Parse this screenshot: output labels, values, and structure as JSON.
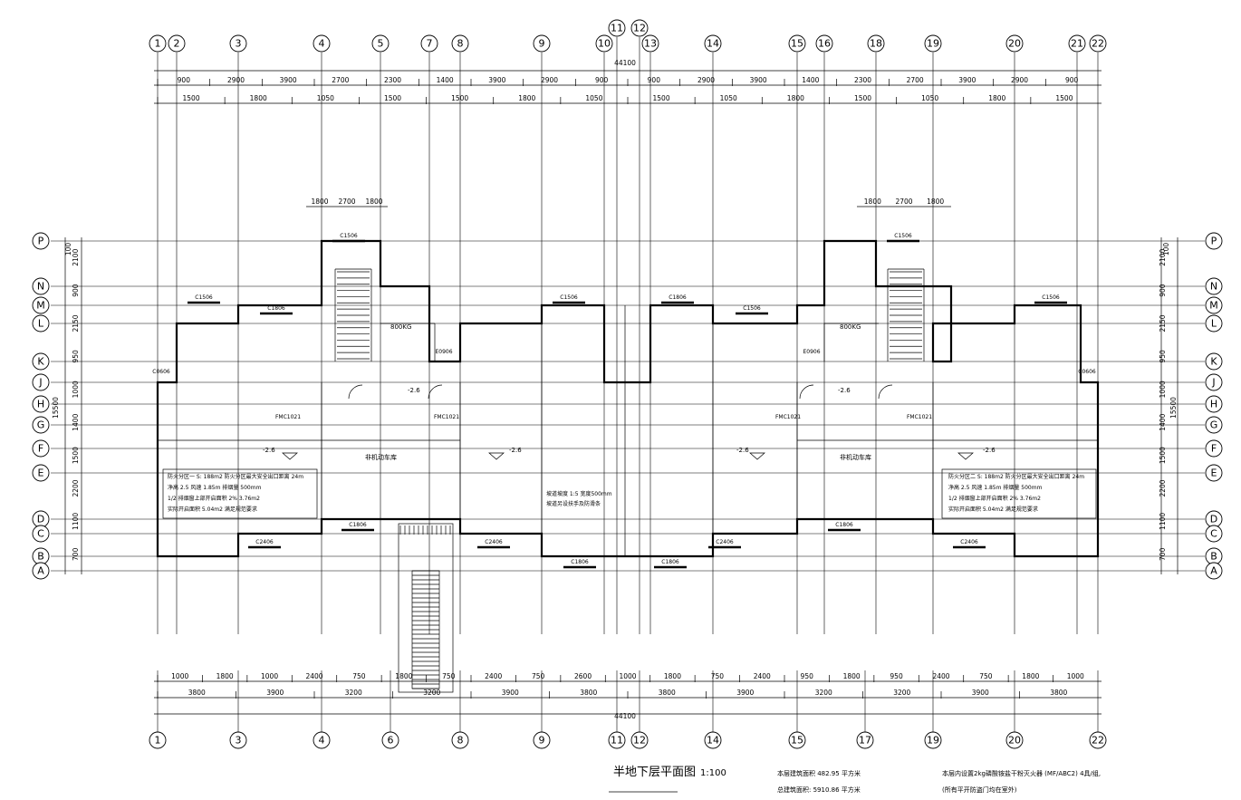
{
  "drawing": {
    "title": "半地下层平面图",
    "scale": "1:100",
    "area_notes": [
      "本层建筑面积 482.95 平方米",
      "总建筑面积: 5910.86 平方米"
    ],
    "fire_notes": [
      "本层内设置2kg磷酸铵盐干粉灭火器 (MF/ABC2) 4具/组,",
      "(所有平开防盗门均在室外)"
    ]
  },
  "axes": {
    "top": [
      "1",
      "2",
      "3",
      "4",
      "5",
      "7",
      "8",
      "9",
      "10",
      "11",
      "12",
      "13",
      "14",
      "15",
      "16",
      "18",
      "19",
      "20",
      "21",
      "22"
    ],
    "bottom": [
      "1",
      "3",
      "4",
      "6",
      "8",
      "9",
      "11",
      "12",
      "14",
      "15",
      "17",
      "19",
      "20",
      "22"
    ],
    "left": [
      "P",
      "N",
      "M",
      "L",
      "K",
      "J",
      "H",
      "G",
      "F",
      "E",
      "D",
      "C",
      "B",
      "A"
    ],
    "right": [
      "P",
      "N",
      "M",
      "L",
      "K",
      "J",
      "H",
      "G",
      "F",
      "E",
      "D",
      "C",
      "B",
      "A"
    ]
  },
  "dimensions": {
    "overall": "44100",
    "top_row1": [
      "900",
      "2900",
      "3900",
      "2700",
      "2300",
      "1400",
      "3900",
      "2900",
      "900",
      "900",
      "2900",
      "3900",
      "1400",
      "2300",
      "2700",
      "3900",
      "2900",
      "900"
    ],
    "top_row2": [
      "1500",
      "1800",
      "1050",
      "1500",
      "1500",
      "1800",
      "1050",
      "1500",
      "1050",
      "1800",
      "1500",
      "1050",
      "1800",
      "1500"
    ],
    "bottom_row1": [
      "1000",
      "1800",
      "1000",
      "2400",
      "750",
      "1800",
      "750",
      "2400",
      "750",
      "2600",
      "1000",
      "1800",
      "750",
      "2400",
      "950",
      "1800",
      "950",
      "2400",
      "750",
      "1800",
      "1000"
    ],
    "bottom_row2": [
      "3800",
      "3900",
      "3200",
      "3200",
      "3900",
      "3800",
      "3800",
      "3900",
      "3200",
      "3200",
      "3900",
      "3800"
    ],
    "left_vertical": [
      "2100",
      "900",
      "2150",
      "950",
      "1000",
      "1400",
      "1500",
      "2200",
      "1100",
      "700"
    ],
    "left_total": "15500",
    "stair_dims": [
      "1800",
      "2700",
      "1800"
    ],
    "row_height_markers": [
      "100",
      "100"
    ]
  },
  "rooms": {
    "corridor_left": "非机动车库",
    "corridor_right": "非机动车库",
    "elevator_left": "800KG",
    "elevator_right": "800KG",
    "level_marks": [
      "-2.6",
      "-2.6",
      "-2.6",
      "-2.6",
      "-2.6",
      "-2.6"
    ],
    "fire_zone_left": [
      "防火分区一  S: 188m2  防火分区最大安全出口距离 24m",
      "净高 2.5  风速 1.85m  排烟量 500mm",
      "1/2  排烟窗上部开启面积  2%  3.76m2",
      "实际开启面积 5.04m2  满足规范要求"
    ],
    "fire_zone_right": [
      "防火分区二  S: 188m2  防火分区最大安全出口距离 24m",
      "净高 2.5  风速 1.85m  排烟量 500mm",
      "1/2  排烟窗上部开启面积  2%  3.76m2",
      "实际开启面积 5.04m2  满足规范要求"
    ],
    "center_note": [
      "坡道坡度 1:5  宽度500mm",
      "坡道另设扶手及防滑条"
    ],
    "window_tags": [
      "C1506",
      "C1506",
      "C1806",
      "C1506",
      "C1506",
      "C1806",
      "C1506",
      "C1506",
      "C2406",
      "C2406",
      "C1806",
      "C1806",
      "C2406",
      "C2406",
      "C1806",
      "C1806"
    ],
    "door_tags": [
      "FMC1021",
      "FMC1021",
      "FMC1021",
      "FMC1021",
      "C0606",
      "C0606",
      "E0906",
      "E0906"
    ]
  }
}
